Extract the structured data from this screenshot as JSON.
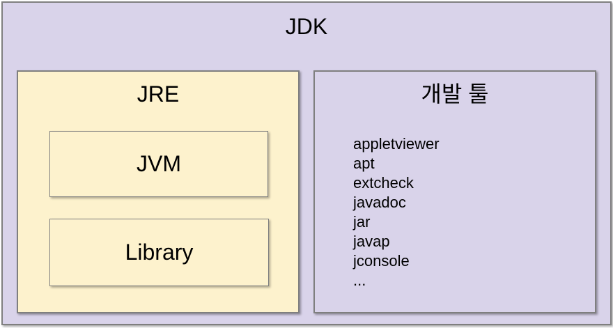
{
  "diagram": {
    "title": "JDK",
    "jre": {
      "title": "JRE",
      "jvm_label": "JVM",
      "library_label": "Library"
    },
    "devtools": {
      "title": "개발 툴",
      "tools": [
        "appletviewer",
        "apt",
        "extcheck",
        "javadoc",
        "jar",
        "javap",
        "jconsole",
        "..."
      ]
    }
  },
  "colors": {
    "jdk_fill": "#d9d3ea",
    "jre_fill": "#fdf2cd",
    "devtools_fill": "#d9d3ea",
    "border_gray": "#7f7f7f",
    "text": "#000000"
  }
}
